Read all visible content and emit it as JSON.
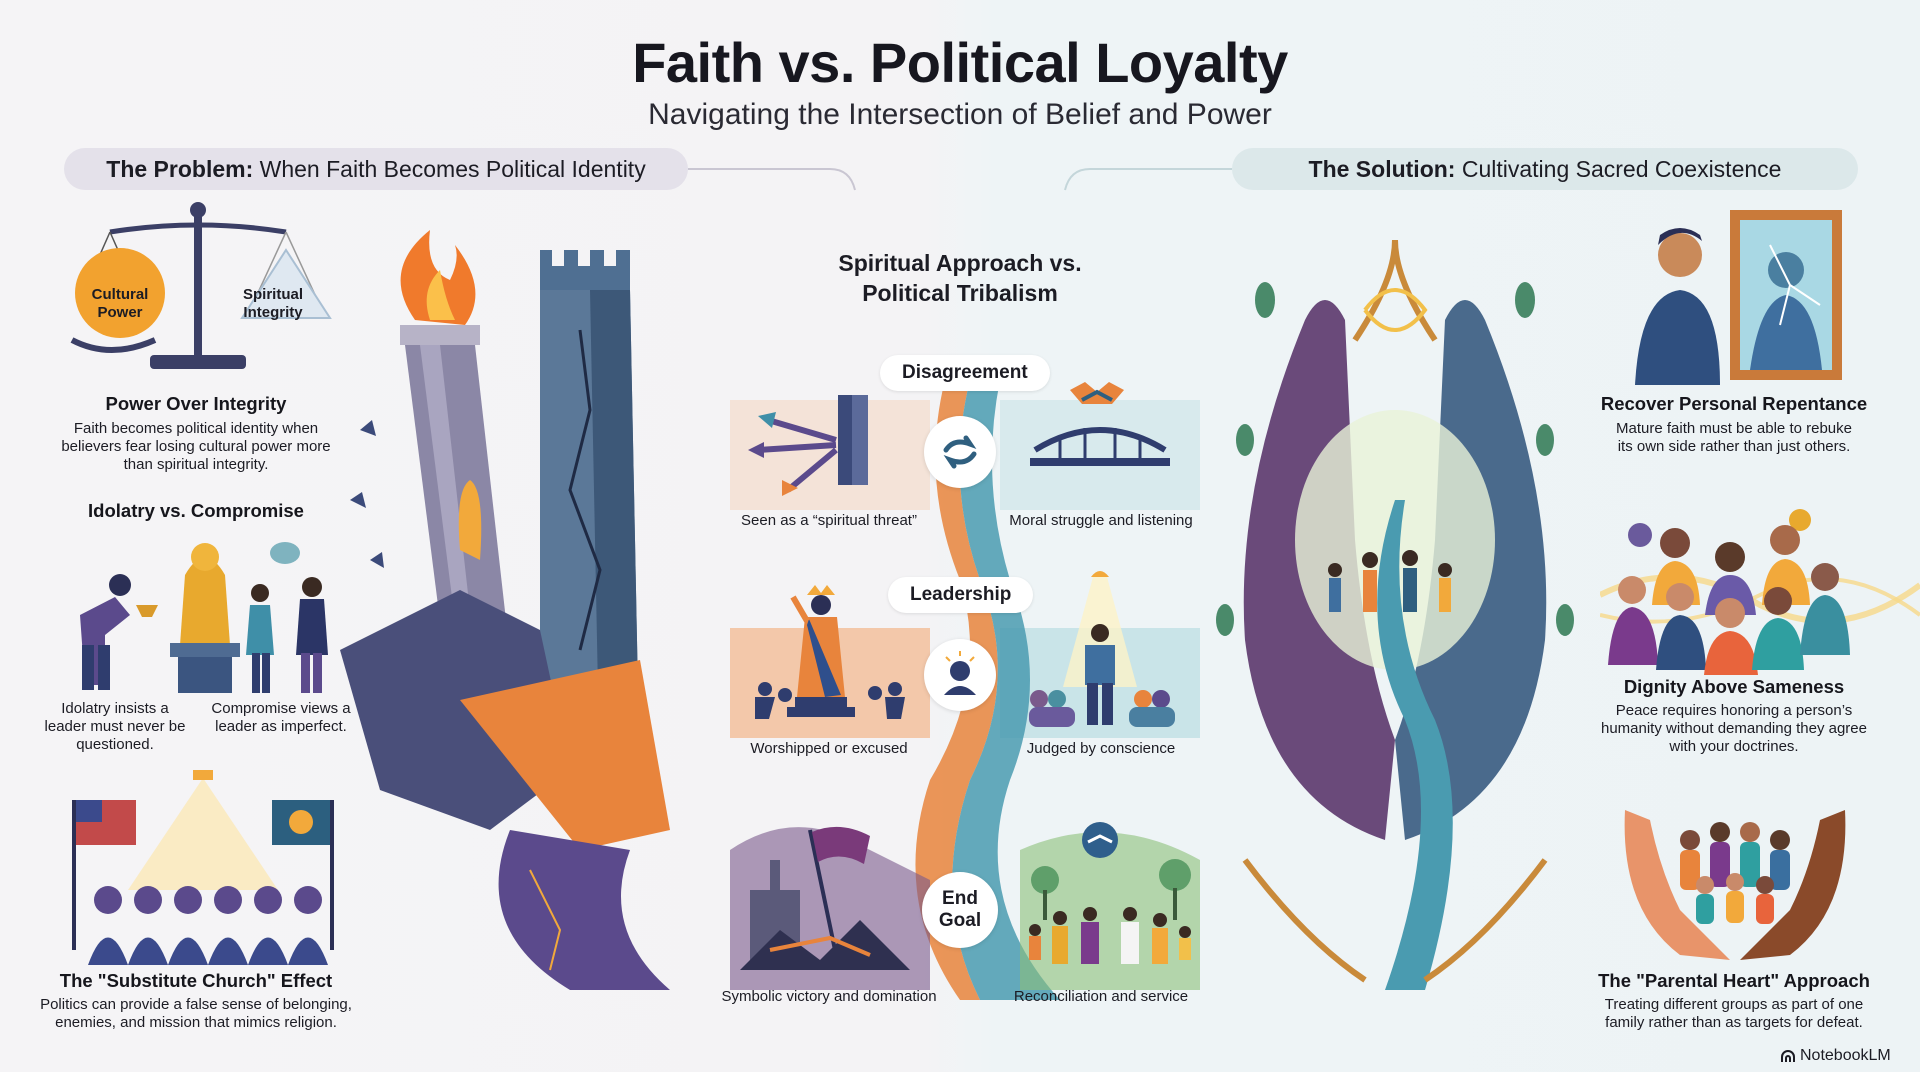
{
  "header": {
    "title": "Faith vs. Political Loyalty",
    "subtitle": "Navigating the Intersection of Belief and Power"
  },
  "problem": {
    "banner_bold": "The Problem:",
    "banner_text": " When Faith Becomes Political Identity",
    "scale": {
      "left_label_1": "Cultural",
      "left_label_2": "Power",
      "right_label_1": "Spiritual",
      "right_label_2": "Integrity"
    },
    "power": {
      "title": "Power Over Integrity",
      "text": "Faith becomes political identity when believers fear losing cultural power more than spiritual integrity."
    },
    "idolatry": {
      "title": "Idolatry vs. Compromise",
      "left": "Idolatry insists a leader must never be questioned.",
      "right": "Compromise views a leader as imperfect."
    },
    "church": {
      "title": "The \"Substitute Church\" Effect",
      "text": "Politics can provide a false sense of belonging, enemies, and mission that mimics religion."
    }
  },
  "center": {
    "title_1": "Spiritual Approach vs.",
    "title_2": "Political Tribalism",
    "rows": [
      {
        "label": "Disagreement",
        "left": "Seen as a “spiritual threat”",
        "right": "Moral struggle and listening"
      },
      {
        "label": "Leadership",
        "left": "Worshipped or excused",
        "right": "Judged by conscience"
      },
      {
        "label_1": "End",
        "label_2": "Goal",
        "left": "Symbolic victory and domination",
        "right": "Reconciliation and service"
      }
    ]
  },
  "solution": {
    "banner_bold": "The Solution:",
    "banner_text": " Cultivating Sacred Coexistence",
    "repentance": {
      "title": "Recover Personal Repentance",
      "text": "Mature faith must be able to rebuke its own side rather than just others."
    },
    "dignity": {
      "title": "Dignity Above Sameness",
      "text": "Peace requires honoring a person’s humanity without demanding they agree with your doctrines."
    },
    "parental": {
      "title": "The \"Parental Heart\" Approach",
      "text": "Treating different groups as part of one family rather than as targets for defeat."
    }
  },
  "footer": {
    "brand": "NotebookLM"
  },
  "colors": {
    "orange": "#e8843c",
    "teal": "#4a9bb0",
    "purple": "#5b4a8c",
    "navy": "#2f3d6e",
    "gold": "#f2a93b"
  }
}
